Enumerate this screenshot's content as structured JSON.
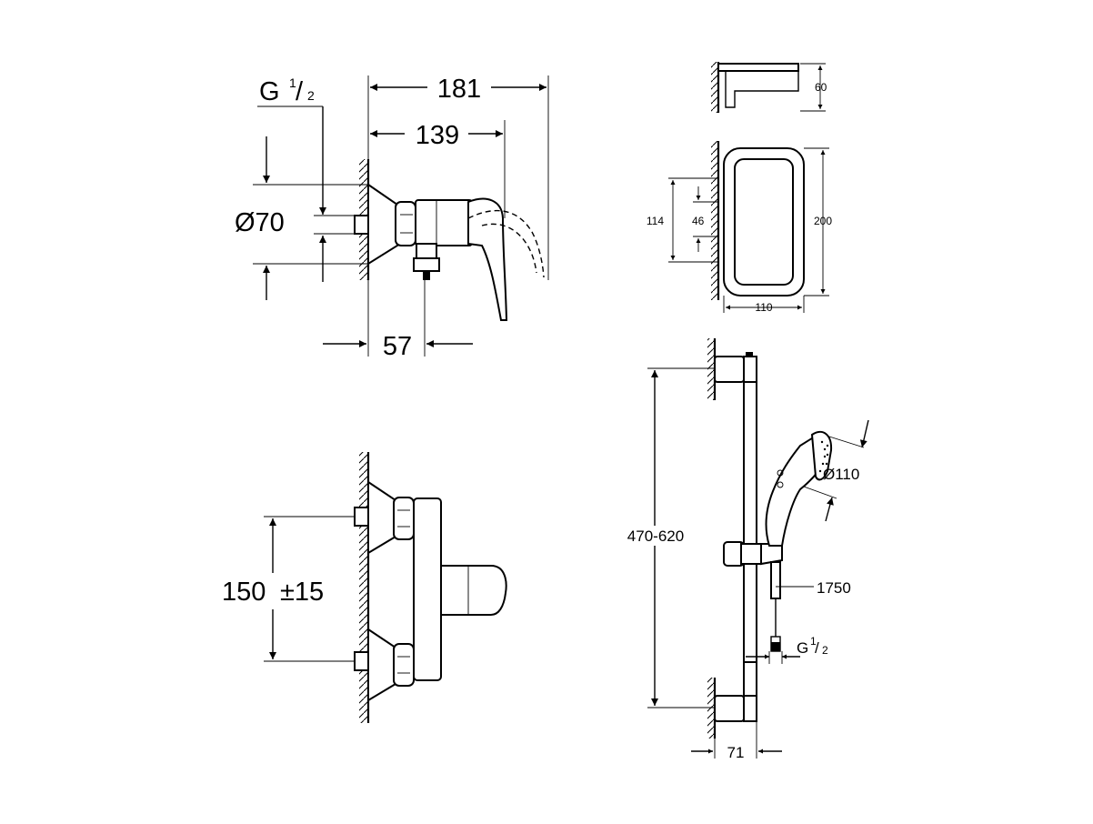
{
  "dimensions": {
    "mixer_side": {
      "thread": "G",
      "thread_num": "1",
      "thread_den": "2",
      "overall_length": "181",
      "body_length": "139",
      "diameter": "Ø70",
      "wall_offset": "57"
    },
    "mixer_front": {
      "centre_distance": "150",
      "tolerance": "±15"
    },
    "shelf": {
      "depth": "60",
      "height": "200",
      "fixing_spacing": "114",
      "screw_spacing": "46",
      "width": "110"
    },
    "shower_rail": {
      "rail_length": "470-620",
      "handshower_diameter": "Ø110",
      "hose_length": "1750",
      "thread": "G",
      "thread_num": "1",
      "thread_den": "2",
      "wall_offset": "71"
    }
  }
}
